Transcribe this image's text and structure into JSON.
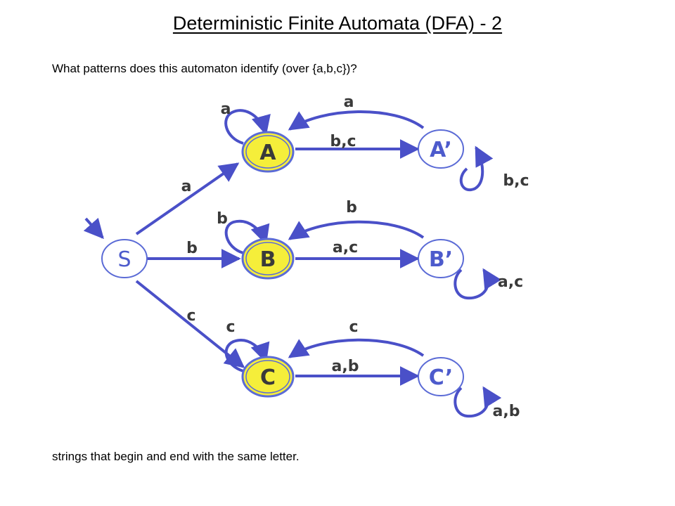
{
  "title": "Deterministic Finite Automata (DFA) - 2",
  "question": "What patterns does this automaton identify (over {a,b,c})?",
  "answer": "strings that begin and end with the same letter.",
  "colors": {
    "edge": "#4a50c8",
    "accepting_fill": "#f5ee3a",
    "state_stroke": "#5b6bd6",
    "state_text": "#4d5bcc",
    "accepting_text": "#3a3a3a",
    "label_text": "#3a3a3a"
  },
  "states": {
    "S": "S",
    "A": "A",
    "B": "B",
    "C": "C",
    "A2": "A’",
    "B2": "B’",
    "C2": "C’"
  },
  "edge_labels": {
    "s_to_a": "a",
    "s_to_b": "b",
    "s_to_c": "c",
    "a_self": "a",
    "b_self": "b",
    "c_self": "c",
    "a_to_a2": "b,c",
    "a2_to_a": "a",
    "a2_self": "b,c",
    "b_to_b2": "a,c",
    "b2_to_b": "b",
    "b2_self": "a,c",
    "c_to_c2": "a,b",
    "c2_to_c": "c",
    "c2_self": "a,b"
  }
}
